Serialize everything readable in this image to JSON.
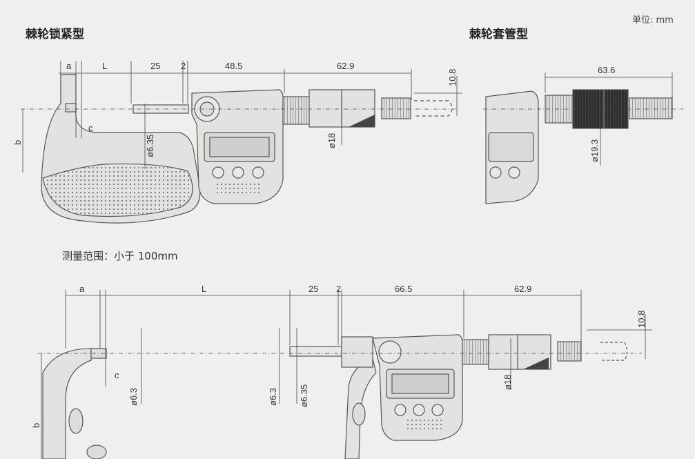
{
  "titles": {
    "ratchet_lock": "棘轮锁紧型",
    "ratchet_sleeve": "棘轮套管型"
  },
  "unit": "单位: mm",
  "range_label": "测量范围：小于 100mm",
  "dims_top": {
    "a": "a",
    "L": "L",
    "d25": "25",
    "d2": "2",
    "d48": "48.5",
    "d629": "62.9",
    "d108": "10.8",
    "c": "c",
    "b": "b",
    "d635": "ø6.35",
    "d18": "ø18"
  },
  "dims_sleeve": {
    "d636": "63.6",
    "d193": "ø19.3"
  },
  "dims_bottom": {
    "a": "a",
    "L": "L",
    "d25": "25",
    "d2": "2",
    "d665": "66.5",
    "d629": "62.9",
    "d108": "10.8",
    "c": "c",
    "b": "b",
    "d63a": "ø6.3",
    "d63b": "ø6.3",
    "d635": "ø6.35",
    "d18": "ø18"
  },
  "colors": {
    "background": "#f0efed",
    "line": "#555555",
    "body_fill": "#e4e2df",
    "dark": "#2a2a2a"
  }
}
